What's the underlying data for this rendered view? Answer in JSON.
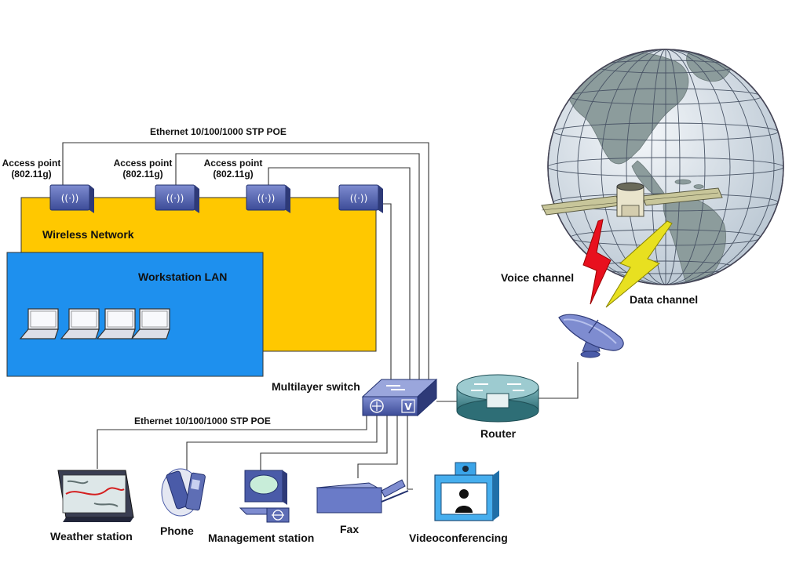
{
  "labels": {
    "ethernet_top": "Ethernet 10/100/1000 STP POE",
    "ethernet_bottom": "Ethernet 10/100/1000 STP POE",
    "access_point": "Access point",
    "access_point_std": "(802.11g)",
    "wireless_network": "Wireless Network",
    "workstation_lan": "Workstation LAN",
    "multilayer_switch": "Multilayer switch",
    "router": "Router",
    "voice_channel": "Voice channel",
    "data_channel": "Data channel",
    "weather_station": "Weather station",
    "phone": "Phone",
    "management_station": "Management station",
    "fax": "Fax",
    "videoconferencing": "Videoconferencing"
  },
  "device_badges": {
    "switch_badge": "V"
  },
  "colors": {
    "wireless_network_fill": "#FFC800",
    "workstation_lan_fill": "#1E90EE",
    "device_blue": "#4A5BA8",
    "globe_ocean": "#DDE6EE",
    "globe_land": "#8C9C9C",
    "router_teal": "#4E8E95",
    "voice_bolt": "#E8101E",
    "data_bolt": "#E8E020",
    "cable": "#333333"
  },
  "icons": {
    "access_point": "wireless-access-point-icon",
    "laptop": "laptop-icon",
    "switch": "multilayer-switch-icon",
    "router": "router-icon",
    "satellite": "satellite-icon",
    "dish": "satellite-dish-icon",
    "globe": "globe-icon"
  }
}
